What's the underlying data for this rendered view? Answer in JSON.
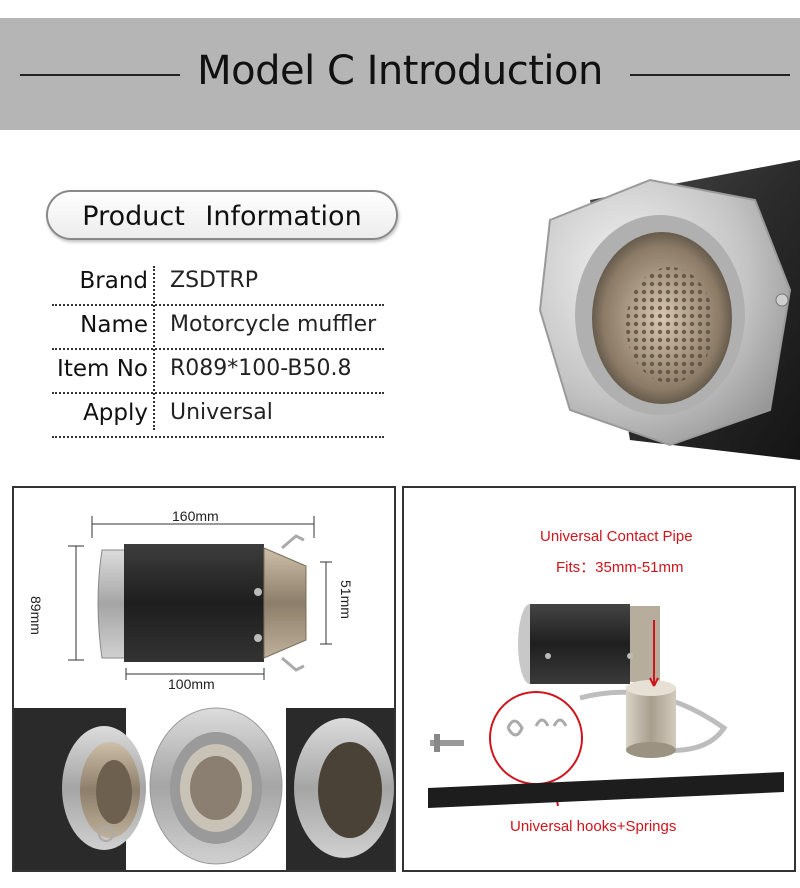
{
  "banner": {
    "title": "Model C Introduction"
  },
  "info": {
    "section_label": "Product   Information",
    "rows": [
      {
        "key": "Brand",
        "value": "ZSDTRP"
      },
      {
        "key": "Name",
        "value": "Motorcycle muffler"
      },
      {
        "key": "Item No",
        "value": "R089*100-B50.8"
      },
      {
        "key": "Apply",
        "value": "Universal"
      }
    ]
  },
  "dimensions": {
    "length": "160mm",
    "diameter": "89mm",
    "inlet": "51mm",
    "body": "100mm"
  },
  "accessories": {
    "pipe_label": "Universal Contact Pipe",
    "fits_label": "Fits：35mm-51mm",
    "hooks_label": "Universal hooks+Springs"
  },
  "colors": {
    "banner": "#b5b5b5",
    "callout": "#d0141c",
    "carbon": "#2a2a2a",
    "steel": "#bdbdbd"
  }
}
